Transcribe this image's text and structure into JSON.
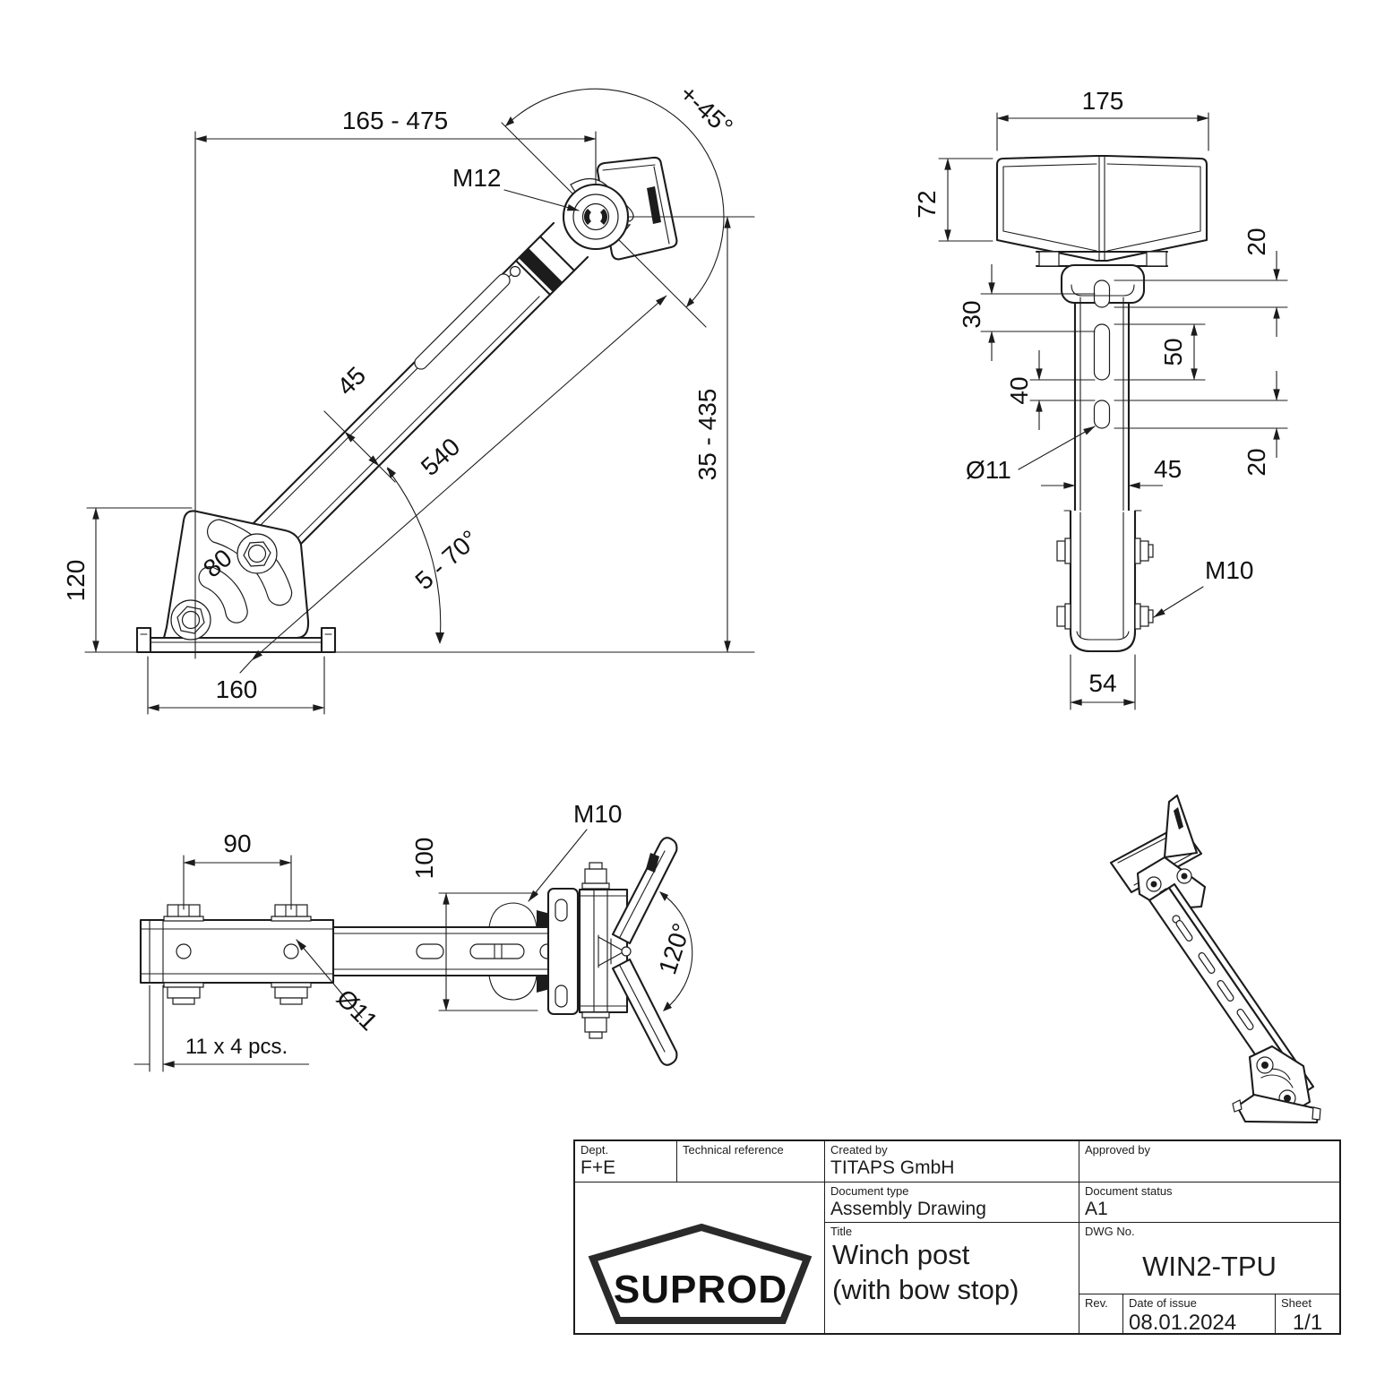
{
  "views": {
    "side": {
      "dims": {
        "extension": "165 - 475",
        "pivot_bolt": "M12",
        "swing": "+-45°",
        "arm_width": "45",
        "arm_length": "540",
        "height_range": "35 - 435",
        "base_height": "120",
        "slot_radius": "80",
        "base_width": "160",
        "tilt_range": "5 - 70°"
      }
    },
    "front": {
      "dims": {
        "block_width": "175",
        "block_height": "72",
        "slot_top_len": "20",
        "slot_gap_top": "30",
        "slot_mid_len": "50",
        "slot_gap_bottom": "40",
        "slot_bottom_len": "20",
        "hole_dia": "Ø11",
        "post_width": "45",
        "clamp_bolt": "M10",
        "sleeve_width": "54"
      }
    },
    "top": {
      "dims": {
        "bolt_spacing": "90",
        "bracket_width": "100",
        "clamp_bolt": "M10",
        "v_angle": "120°",
        "hole_dia": "Ø11",
        "slot_note": "11 x 4 pcs."
      }
    }
  },
  "title_block": {
    "dept": {
      "label": "Dept.",
      "value": "F+E"
    },
    "technical_reference": {
      "label": "Technical reference",
      "value": ""
    },
    "created_by": {
      "label": "Created by",
      "value": "TITAPS GmbH"
    },
    "approved_by": {
      "label": "Approved by",
      "value": ""
    },
    "document_type": {
      "label": "Document type",
      "value": "Assembly Drawing"
    },
    "document_status": {
      "label": "Document status",
      "value": "A1"
    },
    "title": {
      "label": "Title",
      "line1": "Winch post",
      "line2": "(with bow stop)"
    },
    "dwg_no": {
      "label": "DWG No.",
      "value": "WIN2-TPU"
    },
    "rev": {
      "label": "Rev.",
      "value": ""
    },
    "date_of_issue": {
      "label": "Date of issue",
      "value": "08.01.2024"
    },
    "sheet": {
      "label": "Sheet",
      "value": "1/1"
    },
    "logo": "SUPROD"
  }
}
